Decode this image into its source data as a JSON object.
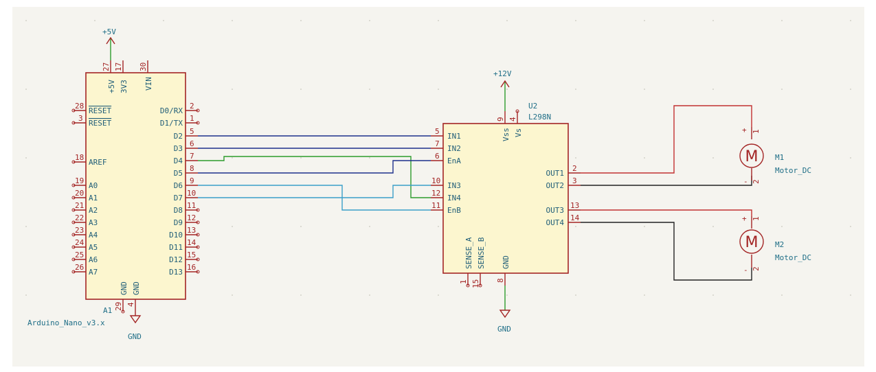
{
  "colors": {
    "background": "#f5f4ef",
    "component": "#a32424",
    "text": "#1f6e87",
    "wire_power": "#2c9b2c",
    "wire_d2_d3_d5": "#1d2f8c",
    "wire_d4": "#2c9b2c",
    "wire_d6_d7": "#3a9ec9",
    "wire_out1_out3": "#c23030",
    "wire_out2_out4": "#222222"
  },
  "arduino": {
    "ref": "A1",
    "value": "Arduino_Nano_v3.x",
    "top_pins": [
      {
        "num": "27",
        "name": "+5V"
      },
      {
        "num": "17",
        "name": "3V3"
      },
      {
        "num": "30",
        "name": "VIN"
      }
    ],
    "left_pins": [
      {
        "num": "28",
        "name": "RESET"
      },
      {
        "num": "3",
        "name": "RESET"
      },
      {
        "num": "18",
        "name": "AREF"
      },
      {
        "num": "19",
        "name": "A0"
      },
      {
        "num": "20",
        "name": "A1"
      },
      {
        "num": "21",
        "name": "A2"
      },
      {
        "num": "22",
        "name": "A3"
      },
      {
        "num": "23",
        "name": "A4"
      },
      {
        "num": "24",
        "name": "A5"
      },
      {
        "num": "25",
        "name": "A6"
      },
      {
        "num": "26",
        "name": "A7"
      }
    ],
    "right_pins": [
      {
        "num": "2",
        "name": "D0/RX"
      },
      {
        "num": "1",
        "name": "D1/TX"
      },
      {
        "num": "5",
        "name": "D2"
      },
      {
        "num": "6",
        "name": "D3"
      },
      {
        "num": "7",
        "name": "D4"
      },
      {
        "num": "8",
        "name": "D5"
      },
      {
        "num": "9",
        "name": "D6"
      },
      {
        "num": "10",
        "name": "D7"
      },
      {
        "num": "11",
        "name": "D8"
      },
      {
        "num": "12",
        "name": "D9"
      },
      {
        "num": "13",
        "name": "D10"
      },
      {
        "num": "14",
        "name": "D11"
      },
      {
        "num": "15",
        "name": "D12"
      },
      {
        "num": "16",
        "name": "D13"
      }
    ],
    "bottom_pins": [
      {
        "num": "29",
        "name": "GND"
      },
      {
        "num": "4",
        "name": "GND"
      }
    ]
  },
  "driver": {
    "ref": "U2",
    "value": "L298N",
    "top_pins": [
      {
        "num": "9",
        "name": "Vss"
      },
      {
        "num": "4",
        "name": "Vs"
      }
    ],
    "left_pins": [
      {
        "num": "5",
        "name": "IN1"
      },
      {
        "num": "7",
        "name": "IN2"
      },
      {
        "num": "6",
        "name": "EnA"
      },
      {
        "num": "10",
        "name": "IN3"
      },
      {
        "num": "12",
        "name": "IN4"
      },
      {
        "num": "11",
        "name": "EnB"
      }
    ],
    "right_pins": [
      {
        "num": "2",
        "name": "OUT1"
      },
      {
        "num": "3",
        "name": "OUT2"
      },
      {
        "num": "13",
        "name": "OUT3"
      },
      {
        "num": "14",
        "name": "OUT4"
      }
    ],
    "bottom_pins": [
      {
        "num": "1",
        "name": "SENSE_A"
      },
      {
        "num": "15",
        "name": "SENSE_B"
      },
      {
        "num": "8",
        "name": "GND"
      }
    ]
  },
  "motors": [
    {
      "ref": "M1",
      "value": "Motor_DC",
      "symbol": "M",
      "plus": "+",
      "minus": "-",
      "pin1": "1",
      "pin2": "2"
    },
    {
      "ref": "M2",
      "value": "Motor_DC",
      "symbol": "M",
      "plus": "+",
      "minus": "-",
      "pin1": "1",
      "pin2": "2"
    }
  ],
  "power": {
    "arduino_5v": "+5V",
    "arduino_gnd": "GND",
    "driver_12v": "+12V",
    "driver_gnd": "GND"
  }
}
